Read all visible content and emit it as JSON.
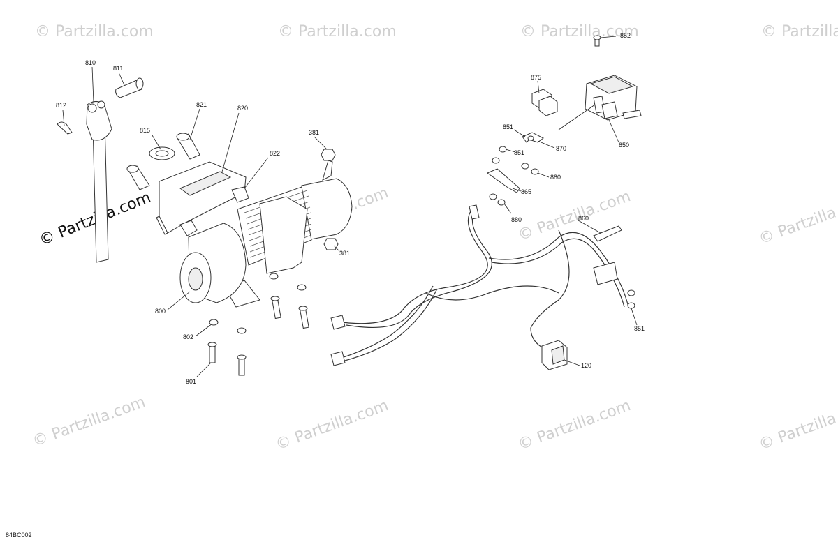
{
  "watermarks": {
    "small": "© Partzilla.com",
    "large": "© Partzilla.com"
  },
  "callouts": {
    "p810": "810",
    "p811": "811",
    "p812": "812",
    "p815": "815",
    "p820": "820",
    "p821": "821",
    "p822": "822",
    "p381a": "381",
    "p381b": "381",
    "p800": "800",
    "p801": "801",
    "p802": "802",
    "p852": "852",
    "p875": "875",
    "p851a": "851",
    "p851b": "851",
    "p851c": "851",
    "p870": "870",
    "p880a": "880",
    "p880b": "880",
    "p865": "865",
    "p850": "850",
    "p860": "860",
    "p120": "120"
  },
  "diagram_code": "84BC002"
}
